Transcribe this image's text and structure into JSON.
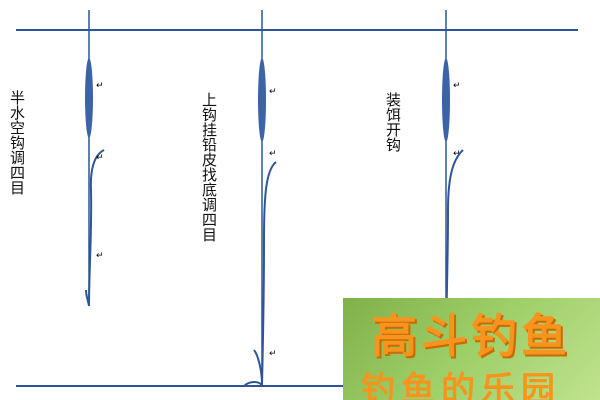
{
  "labels": {
    "half_water": "半水空钩调四目",
    "lead_sinker": "上钩挂铅皮找底调四目",
    "bait": "装饵开钩"
  },
  "para_mark": "↵",
  "watermark": {
    "title": "高斗钓鱼",
    "subtitle": "钓鱼的乐园"
  },
  "colors": {
    "line": "#2f5597",
    "float": "#3c63a6",
    "watermark_bg": "#8fc05a",
    "watermark_text": "#f7941d"
  }
}
